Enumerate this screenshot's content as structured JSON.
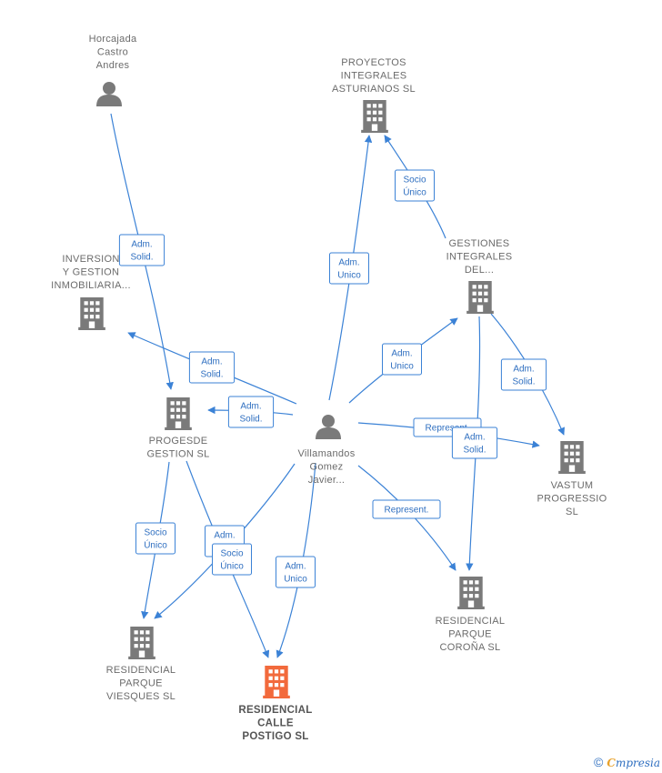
{
  "colors": {
    "edge": "#3b82d6",
    "node": "#7a7a7a",
    "highlight": "#f26a3c"
  },
  "nodes": [
    {
      "id": "horcajada",
      "type": "person",
      "icon": "person-icon",
      "lines": [
        "Horcajada",
        "Castro",
        "Andres"
      ]
    },
    {
      "id": "proyectos",
      "type": "company",
      "icon": "building-icon",
      "lines": [
        "PROYECTOS",
        "INTEGRALES",
        "ASTURIANOS SL"
      ]
    },
    {
      "id": "inversion",
      "type": "company",
      "icon": "building-icon",
      "lines": [
        "INVERSION",
        "Y GESTION",
        "INMOBILIARIA..."
      ]
    },
    {
      "id": "gestiones",
      "type": "company",
      "icon": "building-icon",
      "lines": [
        "GESTIONES",
        "INTEGRALES",
        "DEL..."
      ]
    },
    {
      "id": "progesde",
      "type": "company",
      "icon": "building-icon",
      "lines": [
        "PROGESDE",
        "GESTION SL"
      ]
    },
    {
      "id": "villamandos",
      "type": "person",
      "icon": "person-icon",
      "lines": [
        "Villamandos",
        "Gomez",
        "Javier..."
      ]
    },
    {
      "id": "vastum",
      "type": "company",
      "icon": "building-icon",
      "lines": [
        "VASTUM",
        "PROGRESSIO",
        "SL"
      ]
    },
    {
      "id": "viesques",
      "type": "company",
      "icon": "building-icon",
      "lines": [
        "RESIDENCIAL",
        "PARQUE",
        "VIESQUES SL"
      ]
    },
    {
      "id": "postigo",
      "type": "company",
      "icon": "building-icon",
      "highlight": true,
      "lines": [
        "RESIDENCIAL",
        "CALLE",
        "POSTIGO SL"
      ]
    },
    {
      "id": "corona",
      "type": "company",
      "icon": "building-icon",
      "lines": [
        "RESIDENCIAL",
        "PARQUE",
        "COROÑA SL"
      ]
    }
  ],
  "edges": [
    {
      "from": "horcajada",
      "to": "progesde",
      "label": [
        "Adm.",
        "Solid."
      ]
    },
    {
      "from": "villamandos",
      "to": "inversion",
      "label": [
        "Adm.",
        "Solid."
      ]
    },
    {
      "from": "villamandos",
      "to": "progesde",
      "label": [
        "Adm.",
        "Solid."
      ]
    },
    {
      "from": "villamandos",
      "to": "proyectos",
      "label": [
        "Adm.",
        "Unico"
      ]
    },
    {
      "from": "gestiones",
      "to": "proyectos",
      "label": [
        "Socio",
        "Único"
      ]
    },
    {
      "from": "villamandos",
      "to": "gestiones",
      "label": [
        "Adm.",
        "Unico"
      ]
    },
    {
      "from": "gestiones",
      "to": "vastum",
      "label": [
        "Adm.",
        "Solid."
      ]
    },
    {
      "from": "villamandos",
      "to": "vastum",
      "label": [
        "Represent."
      ]
    },
    {
      "from": "gestiones",
      "to": "corona",
      "label": [
        "Adm.",
        "Solid."
      ]
    },
    {
      "from": "villamandos",
      "to": "corona",
      "label": [
        "Represent."
      ]
    },
    {
      "from": "progesde",
      "to": "viesques",
      "label": [
        "Socio",
        "Único"
      ]
    },
    {
      "from": "villamandos",
      "to": "viesques",
      "label": [
        "Adm.",
        "Unico"
      ]
    },
    {
      "from": "progesde",
      "to": "postigo",
      "label": [
        "Socio",
        "Único"
      ]
    },
    {
      "from": "villamandos",
      "to": "postigo",
      "label": [
        "Adm.",
        "Unico"
      ]
    }
  ],
  "footer": {
    "copyright": "©",
    "brand_first": "C",
    "brand_rest": "mpresia"
  }
}
